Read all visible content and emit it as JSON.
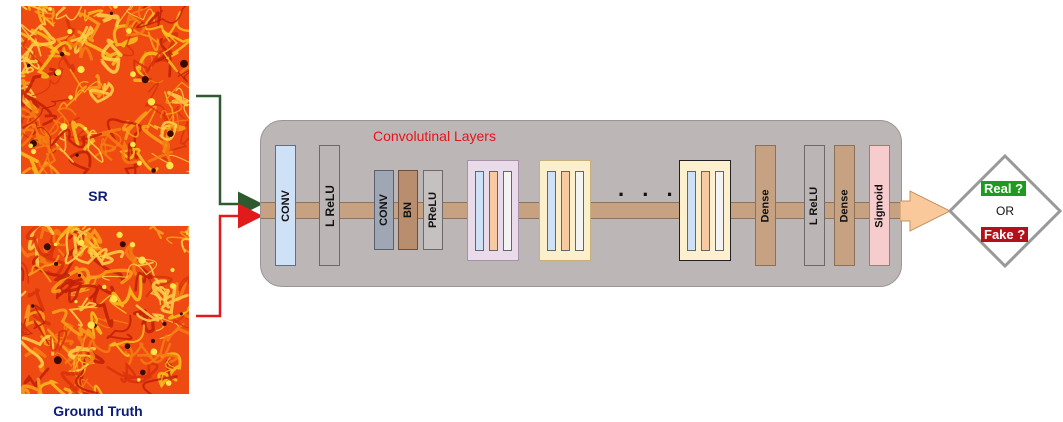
{
  "inputs": {
    "sr_label": "SR",
    "gt_label": "Ground Truth"
  },
  "panel": {
    "title": "Convolutinal Layers"
  },
  "layers": {
    "conv1": "CONV",
    "lrelu1": "L ReLU",
    "conv2": "CONV",
    "bn": "BN",
    "prelu": "PReLU",
    "dense1": "Dense",
    "lrelu2": "L ReLU",
    "dense2": "Dense",
    "sigmoid": "Sigmoid"
  },
  "ellipsis": ". . .",
  "output": {
    "real": "Real ?",
    "or": "OR",
    "fake": "Fake ?"
  },
  "colors": {
    "sr_arrow": "#2f5a2f",
    "gt_arrow": "#e11b1b",
    "real_bg": "#1e9b1e",
    "fake_bg": "#b3101a",
    "panel_title": "#e8121b"
  }
}
